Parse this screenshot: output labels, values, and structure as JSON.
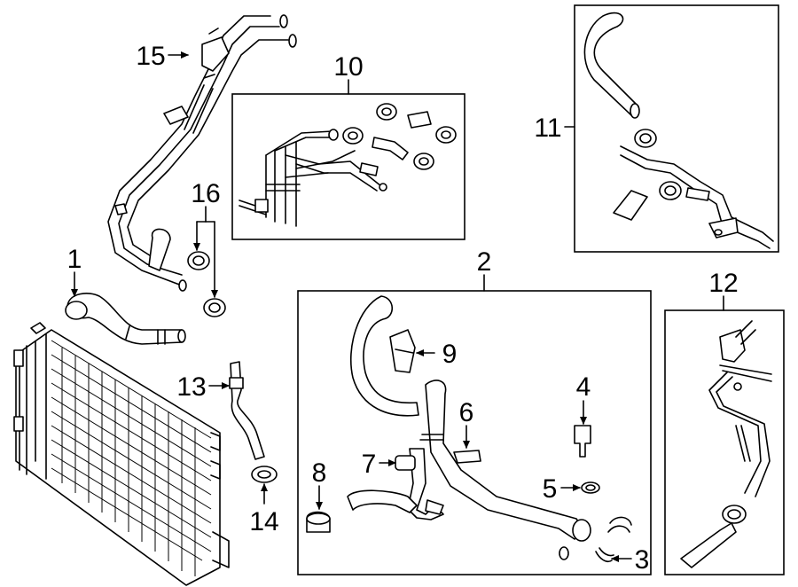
{
  "diagram": {
    "labels": [
      {
        "id": "c1",
        "text": "1"
      },
      {
        "id": "c2",
        "text": "2"
      },
      {
        "id": "c3",
        "text": "3"
      },
      {
        "id": "c4",
        "text": "4"
      },
      {
        "id": "c5",
        "text": "5"
      },
      {
        "id": "c6",
        "text": "6"
      },
      {
        "id": "c7",
        "text": "7"
      },
      {
        "id": "c8",
        "text": "8"
      },
      {
        "id": "c9",
        "text": "9"
      },
      {
        "id": "c10",
        "text": "10"
      },
      {
        "id": "c11",
        "text": "11"
      },
      {
        "id": "c12",
        "text": "12"
      },
      {
        "id": "c13",
        "text": "13"
      },
      {
        "id": "c14",
        "text": "14"
      },
      {
        "id": "c15",
        "text": "15"
      },
      {
        "id": "c16",
        "text": "16"
      }
    ]
  }
}
